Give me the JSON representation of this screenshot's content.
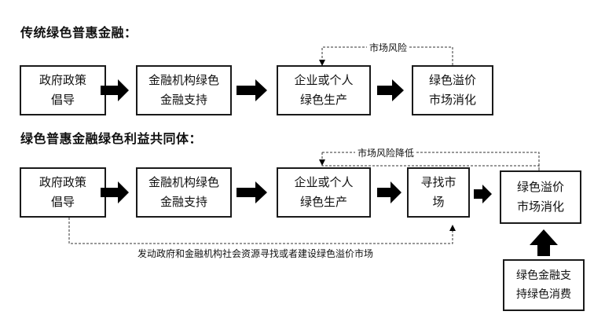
{
  "section1": {
    "title": "传统绿色普惠金融：",
    "boxes": [
      "政府政策\n倡导",
      "金融机构绿色\n金融支持",
      "企业或个人\n绿色生产",
      "绿色溢价\n市场消化"
    ],
    "feedback_label": "市场风险"
  },
  "section2": {
    "title": "绿色普惠金融绿色利益共同体：",
    "boxes": [
      "政府政策\n倡导",
      "金融机构绿色\n金融支持",
      "企业或个人\n绿色生产",
      "寻找市\n场",
      "绿色溢价\n市场消化"
    ],
    "feedback_label": "市场风险降低",
    "bottom_label": "发动政府和金融机构社会资源寻找或者建设绿色溢价市场",
    "support_box": "绿色金融支\n持绿色消费"
  },
  "colors": {
    "line": "#1a1a1a",
    "arrow": "#000000"
  }
}
